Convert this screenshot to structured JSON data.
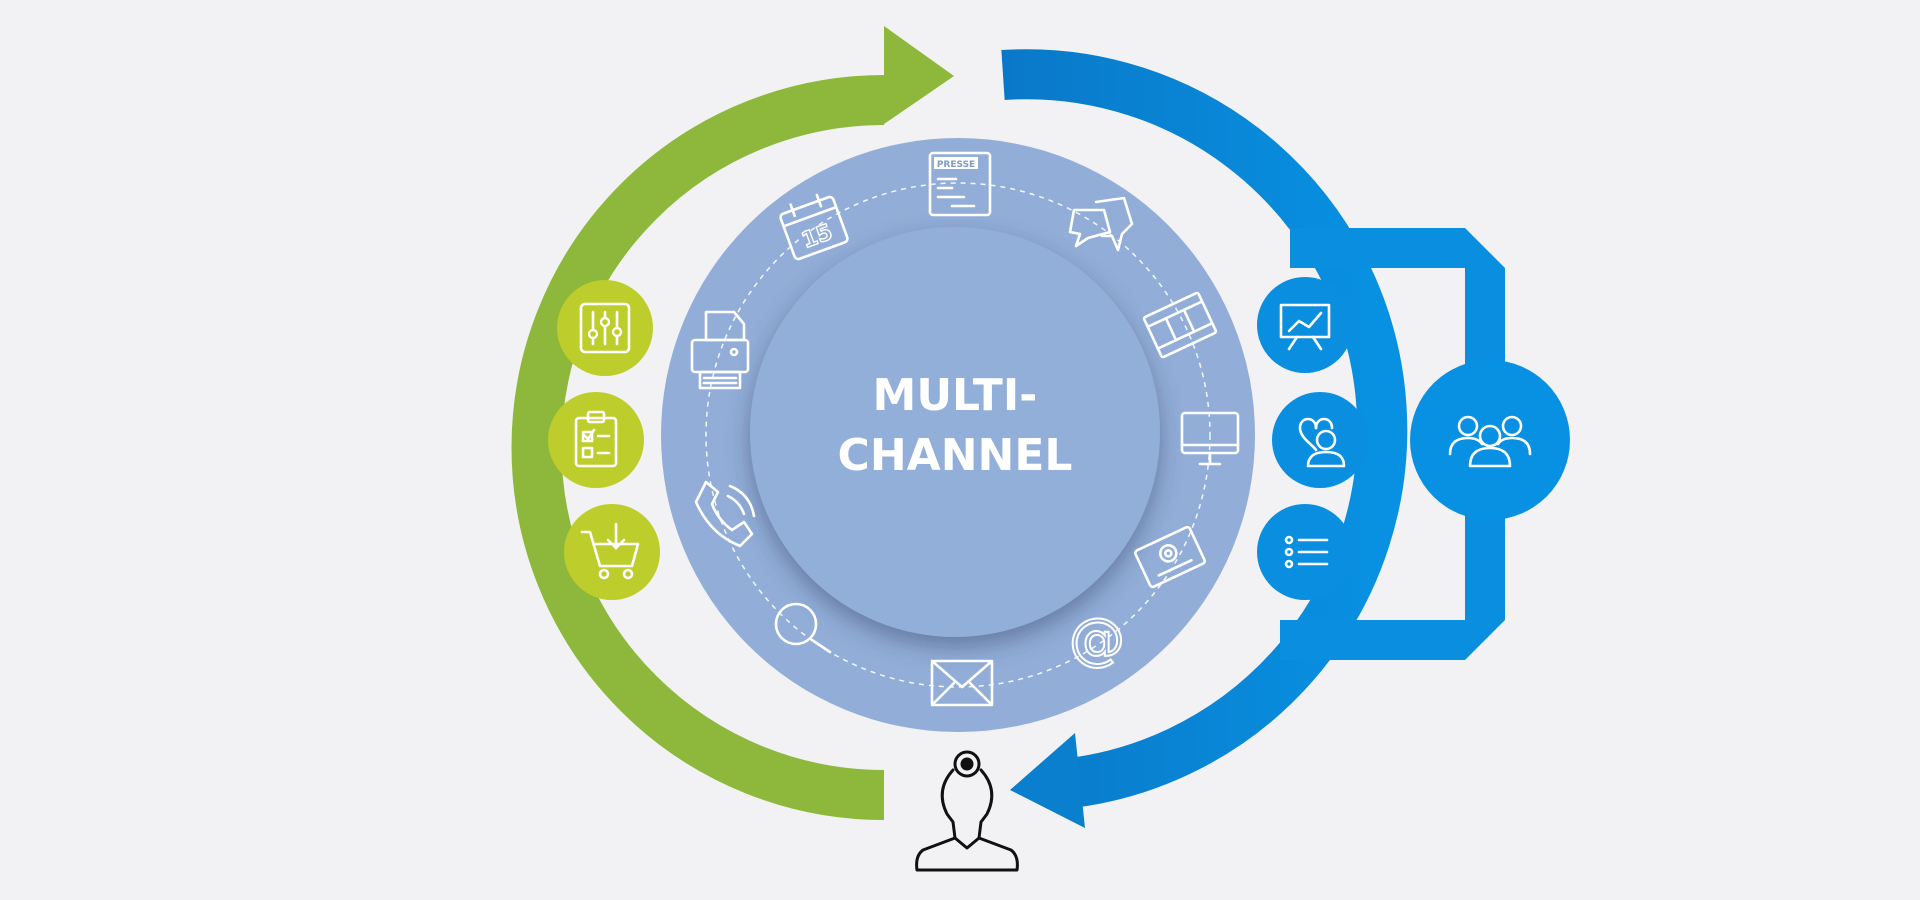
{
  "center": {
    "line1": "MULTI-",
    "line2": "CHANNEL"
  },
  "channels": {
    "press_label": "PRESSE",
    "calendar_day": "15",
    "email_symbol": "@"
  },
  "colors": {
    "background": "#f2f1f3",
    "green_arrow": "#8db83c",
    "lime_circles": "#bdcd2c",
    "blue_arrow": "#0a7fce",
    "blue_circles": "#0a8fe0",
    "outer_ring": "#92aed8",
    "inner_disc": "#91afd9",
    "user_icon": "#111111"
  },
  "icons": {
    "left": [
      "sliders-icon",
      "checklist-clipboard-icon",
      "cart-download-icon"
    ],
    "right": [
      "presentation-chart-icon",
      "heart-profile-icon",
      "list-icon"
    ],
    "group": "user-group-icon",
    "bottom": "doctor-user-icon"
  }
}
